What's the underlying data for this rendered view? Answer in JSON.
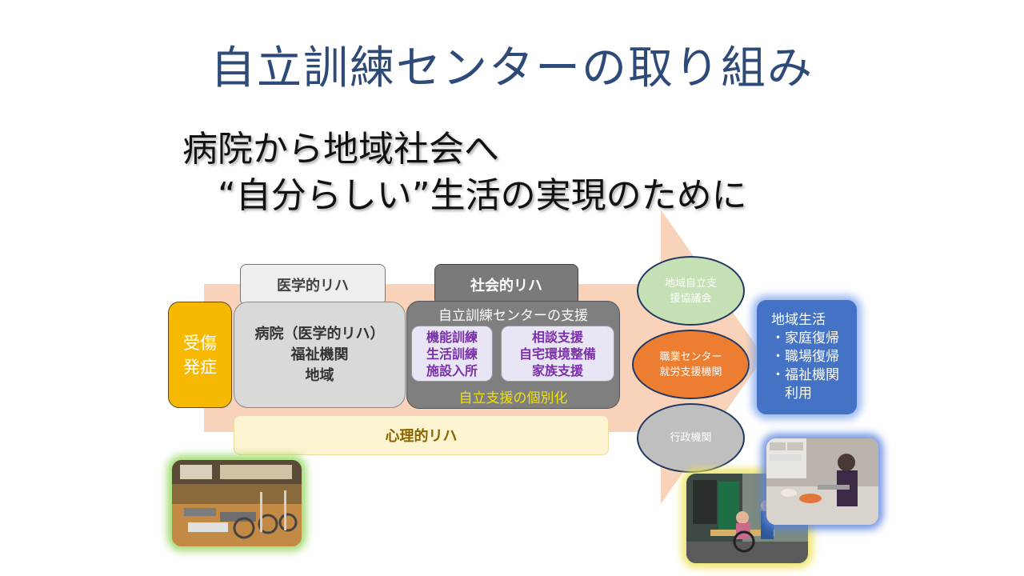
{
  "title": "自立訓練センターの取り組み",
  "subtitle_line1": "病院から地域社会へ",
  "subtitle_line2": "“自分らしい”生活の実現のために",
  "onset": {
    "line1": "受傷",
    "line2": "発症"
  },
  "medical_rehab_label": "医学的リハ",
  "hospital": {
    "line1": "病院（医学的リハ）",
    "line2": "福祉機関",
    "line3": "地域"
  },
  "social_rehab_label": "社会的リハ",
  "center": {
    "title": "自立訓練センターの支援",
    "left_items": [
      "機能訓練",
      "生活訓練",
      "施設入所"
    ],
    "right_items": [
      "相談支援",
      "自宅環境整備",
      "家族支援"
    ],
    "footer": "自立支援の個別化"
  },
  "psych_rehab_label": "心理的リハ",
  "partners": [
    {
      "line1": "地域自立支",
      "line2": "援協議会"
    },
    {
      "line1": "職業センター",
      "line2": "就労支援機関"
    },
    {
      "line1": "行政機関"
    }
  ],
  "community": {
    "title": "地域生活",
    "items": [
      "・家庭復帰",
      "・職場復帰",
      "・福祉機関",
      "　利用"
    ]
  },
  "colors": {
    "arrow": "#f8cbad",
    "onset": "#f6b800",
    "community": "#4472c4",
    "title": "#2e4a78",
    "inner_text": "#7b2fa8"
  }
}
